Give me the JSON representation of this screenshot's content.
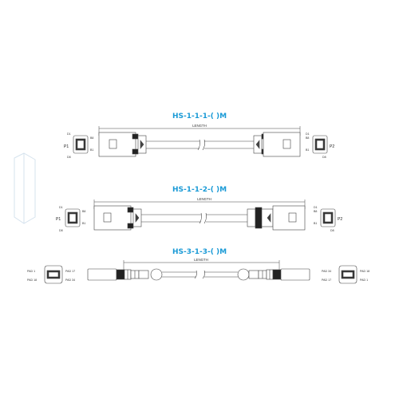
{
  "colors": {
    "title": "#1a9ad6",
    "line": "#444444",
    "ghost": "#d6e3ee"
  },
  "diagrams": [
    {
      "title": "HS-1-1-1-(  )M",
      "length_label": "LENGTH",
      "left_port": "P1",
      "right_port": "P2",
      "left_pins": [
        "D1",
        "B8",
        "B1",
        "D8"
      ],
      "right_pins": [
        "D1",
        "B8",
        "B1",
        "D8"
      ]
    },
    {
      "title": "HS-1-1-2-(  )M",
      "length_label": "LENGTH",
      "left_port": "P1",
      "right_port": "P2",
      "left_pins": [
        "D1",
        "B8",
        "B1",
        "D8"
      ],
      "right_pins": [
        "D1",
        "B8",
        "B1",
        "D8"
      ]
    },
    {
      "title": "HS-3-1-3-(  )M",
      "length_label": "LENGTH",
      "left_pins": [
        "PAD 1",
        "PAD 17",
        "PAD 18",
        "PAD 34"
      ],
      "right_pins": [
        "PAD 34",
        "PAD 18",
        "PAD 17",
        "PAD 1"
      ]
    }
  ]
}
